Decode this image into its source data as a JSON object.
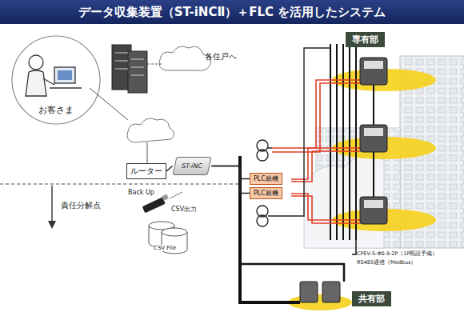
{
  "diagram": {
    "title": "データ収集装置（ST-iNCⅡ）＋FLC を活用したシステム",
    "nodes": [
      {
        "text": [
          "お客さま"
        ]
      },
      {
        "text": [
          "ルーター"
        ]
      },
      {
        "text": [
          "ST-iNC"
        ]
      },
      {
        "text": [
          "PLC親機"
        ]
      },
      {
        "text": [
          "PLC親機"
        ]
      },
      {
        "text": [
          "専有部"
        ]
      },
      {
        "text": [
          "共有部"
        ]
      }
    ],
    "edges": [
      {
        "from": 1,
        "to": 2,
        "arrow": "none"
      },
      {
        "from": 2,
        "to": 3,
        "arrow": "none"
      },
      {
        "from": 2,
        "to": 4,
        "arrow": "none"
      }
    ],
    "labels": [
      "各住戸へ",
      "責任分解点",
      "Back Up",
      "CSV出力",
      "CSV File",
      "CPEV-S-Φ0.9-2P（1P既設予備）",
      "RS485通信（Modbus）"
    ]
  }
}
